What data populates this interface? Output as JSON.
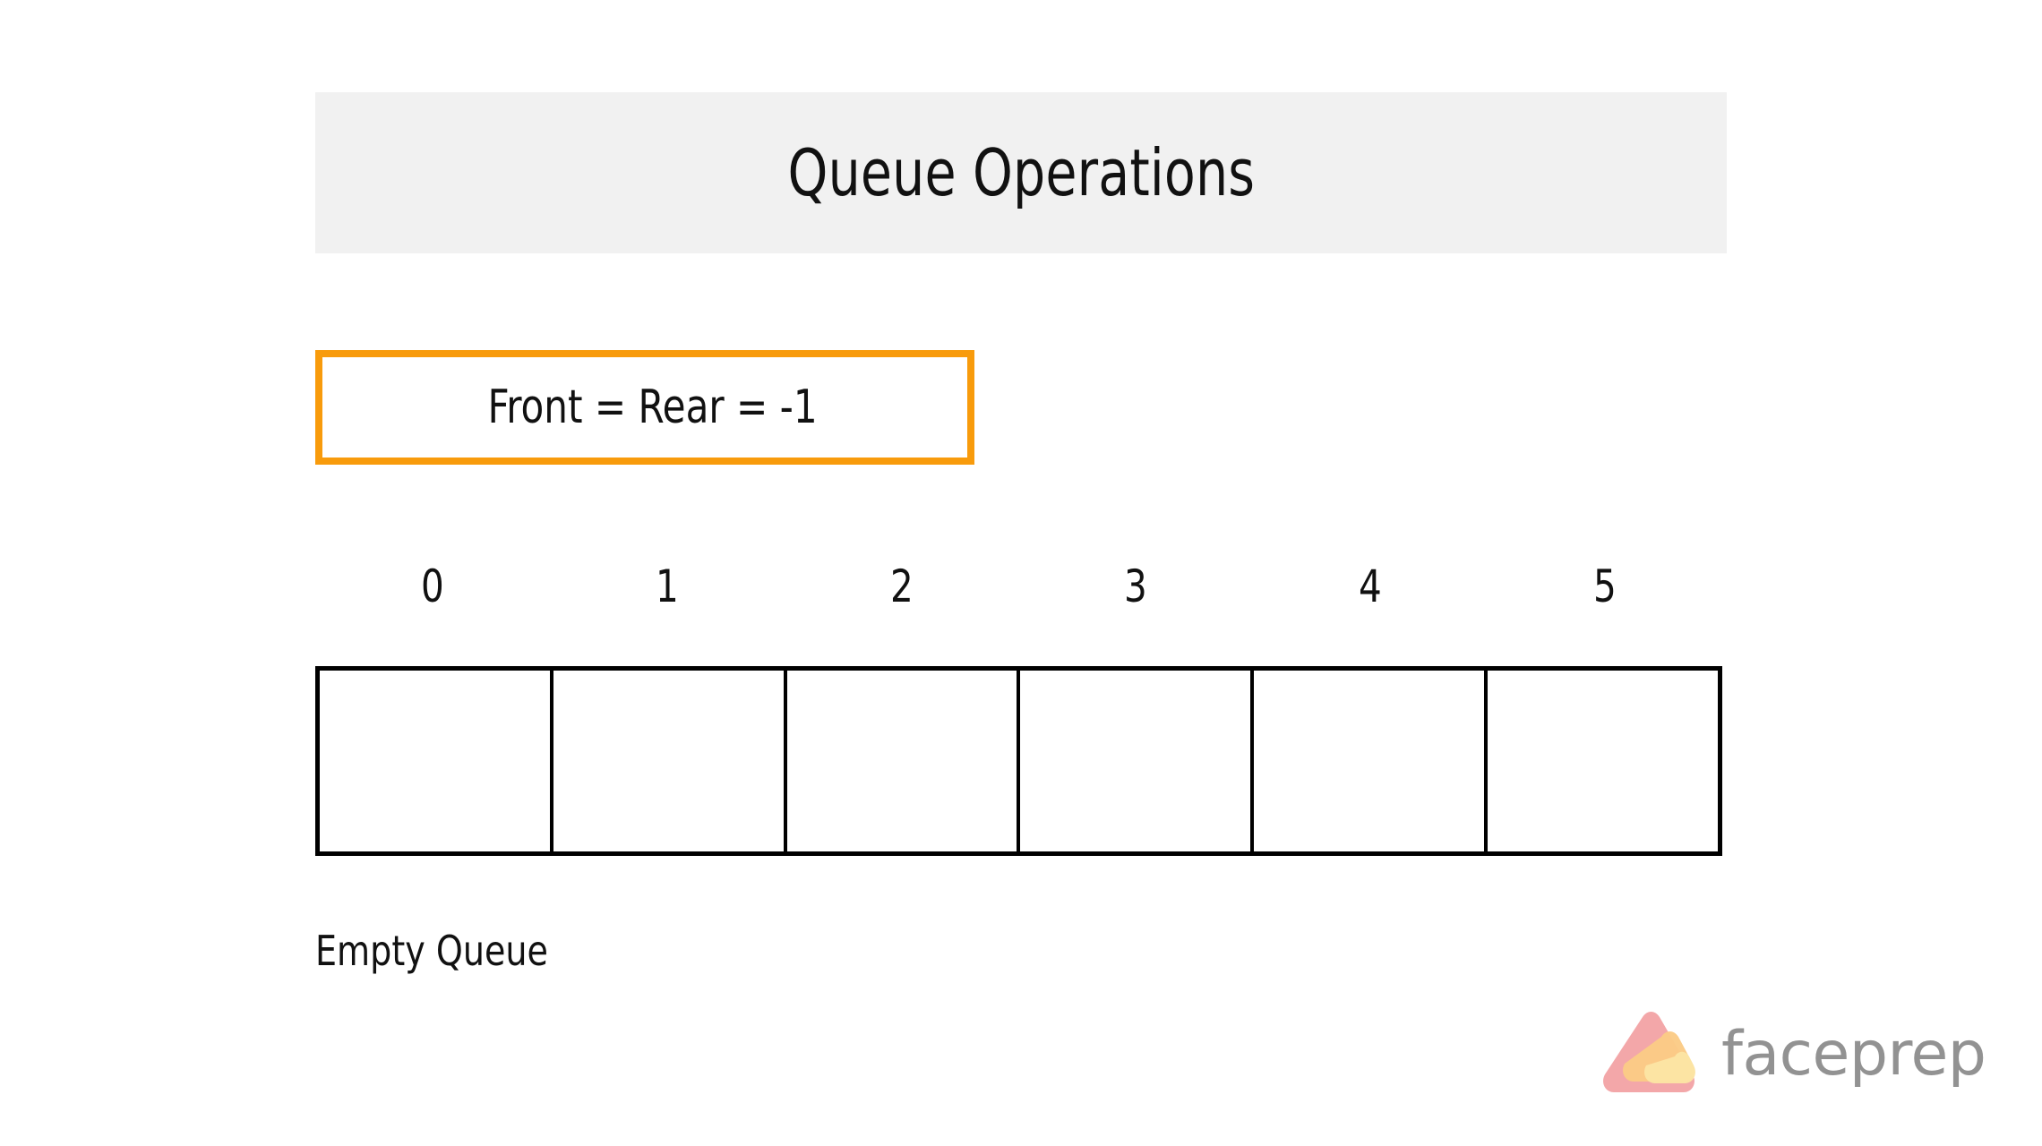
{
  "page": {
    "background_color": "#FFFFFF"
  },
  "header": {
    "title": "Queue Operations",
    "banner_color": "#F1F1F1"
  },
  "pointer_box": {
    "text": "Front = Rear = -1",
    "border_color": "#F89B0C",
    "fill_color": "#FFFFFF"
  },
  "queue": {
    "index_labels": [
      "0",
      "1",
      "2",
      "3",
      "4",
      "5"
    ],
    "cells": [
      "",
      "",
      "",
      "",
      "",
      ""
    ],
    "capacity": 6,
    "border_color": "#000000"
  },
  "status": {
    "caption": "Empty Queue"
  },
  "logo": {
    "wordmark": "faceprep",
    "wordmark_color": "#929292",
    "mark_colors": {
      "pink": "#F3A7A9",
      "orange": "#FBCB86",
      "yellow": "#FCE4A4"
    }
  }
}
